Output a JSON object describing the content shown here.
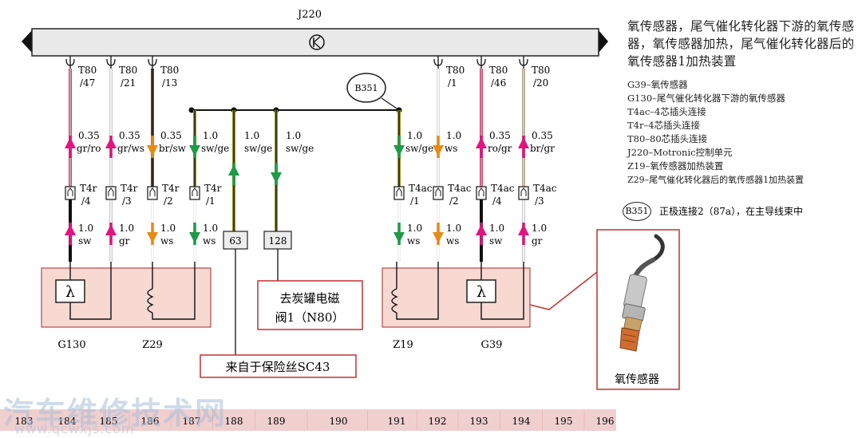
{
  "ecu": {
    "label": "J220"
  },
  "pins": [
    {
      "t": "T80",
      "n": "/47"
    },
    {
      "t": "T80",
      "n": "/21"
    },
    {
      "t": "T80",
      "n": "/13"
    },
    {
      "t": "T80",
      "n": "/1"
    },
    {
      "t": "T80",
      "n": "/46"
    },
    {
      "t": "T80",
      "n": "/20"
    }
  ],
  "bus_badge": "B351",
  "wires_upper": [
    {
      "size": "0.35",
      "color": "gr/ro"
    },
    {
      "size": "0.35",
      "color": "gr/ws"
    },
    {
      "size": "0.35",
      "color": "br/sw"
    },
    {
      "size": "1.0",
      "color": "sw/ge"
    },
    {
      "size": "1.0",
      "color": "sw/ge"
    },
    {
      "size": "1.0",
      "color": "sw/ge"
    },
    {
      "size": "1.0",
      "color": "sw/ge"
    },
    {
      "size": "1.0",
      "color": "ws"
    },
    {
      "size": "0.35",
      "color": "ro/gr"
    },
    {
      "size": "0.35",
      "color": "br/gr"
    }
  ],
  "connectors": [
    {
      "t": "T4r",
      "n": "/4"
    },
    {
      "t": "T4r",
      "n": "/3"
    },
    {
      "t": "T4r",
      "n": "/2"
    },
    {
      "t": "T4r",
      "n": "/1"
    },
    {
      "t": "T4ac",
      "n": "/1"
    },
    {
      "t": "T4ac",
      "n": "/2"
    },
    {
      "t": "T4ac",
      "n": "/4"
    },
    {
      "t": "T4ac",
      "n": "/3"
    }
  ],
  "wires_lower": [
    {
      "size": "1.0",
      "color": "sw"
    },
    {
      "size": "1.0",
      "color": "gr"
    },
    {
      "size": "1.0",
      "color": "ws"
    },
    {
      "size": "1.0",
      "color": "ws"
    },
    {
      "size": "1.0",
      "color": "ws"
    },
    {
      "size": "1.0",
      "color": "ws"
    },
    {
      "size": "1.0",
      "color": "sw"
    },
    {
      "size": "1.0",
      "color": "gr"
    }
  ],
  "boxes": {
    "b63": "63",
    "b128": "128"
  },
  "callouts": {
    "n80_line1": "去炭罐电磁",
    "n80_line2": "阀1（N80）",
    "sc43": "来自于保险丝SC43",
    "sensor_photo": "氧传感器"
  },
  "components": {
    "g130": "G130",
    "z29": "Z29",
    "z19": "Z19",
    "g39": "G39",
    "lambda": "λ"
  },
  "ruler": [
    "183",
    "184",
    "185",
    "186",
    "187",
    "188",
    "189",
    "190",
    "191",
    "192",
    "193",
    "194",
    "195",
    "196"
  ],
  "legend": {
    "title": "氧传感器，尾气催化转化器下游的氧传感器，氧传感器加热，尾气催化转化器后的氧传感器1加热装置",
    "items": [
      "G39–氧传感器",
      "G130–尾气催化转化器下游的氧传感器",
      "T4ac–4芯插头连接",
      "T4r–4芯插头连接",
      "T80–80芯插头连接",
      "J220–Motronic控制单元",
      "Z19–氧传感器加热装置",
      "Z29–尾气催化转化器后的氧传感器1加热装置"
    ],
    "badge": "B351",
    "badge_text": "正极连接2（87a），在主导线束中"
  },
  "watermark": {
    "text": "汽车维修技术网",
    "url": "www.qcwxjs.com"
  },
  "colors": {
    "magenta": "#e0157f",
    "green": "#1f9a48",
    "orange": "#e88a16",
    "component_box_fill": "#f7d9d2",
    "component_box_border": "#b34a4a",
    "ruler_fill": "#f0cfcf",
    "ecu_fill": "#e9e9e9"
  }
}
